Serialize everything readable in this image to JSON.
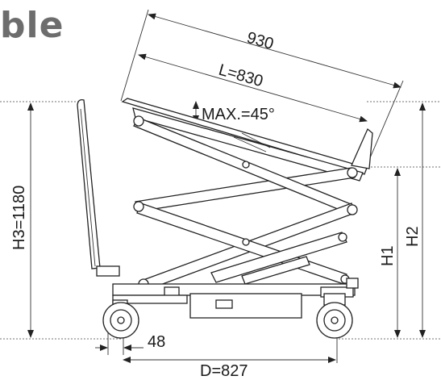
{
  "title": "ble",
  "dimensions": {
    "top_length": "930",
    "platform_length": "L=830",
    "max_tilt": "MAX.=45°",
    "h3": "H3=1180",
    "h2": "H2",
    "h1": "H1",
    "offset": "48",
    "depth": "D=827"
  }
}
